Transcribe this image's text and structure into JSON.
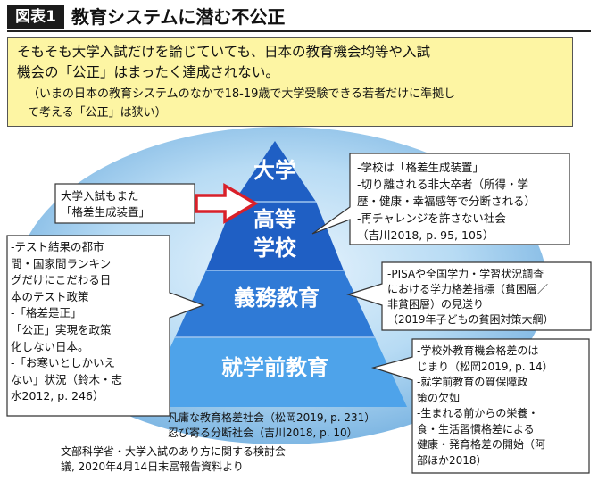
{
  "header": {
    "badge": "図表1",
    "title": "教育システムに潜む不公正"
  },
  "summary": {
    "main": "そもそも大学入試だけを論じていても、日本の教育機会均等や入試\n機会の「公正」はまったく達成されない。",
    "sub": "（いまの日本の教育システムのなかで18-19歳で大学受験できる若者だけに準拠し\nて考える「公正」は狭い）"
  },
  "pyramid": {
    "university": "大学",
    "high_school": "高等\n学校",
    "compulsory": "義務教育",
    "preschool": "就学前教育"
  },
  "callouts": {
    "univ_note": "大学入試もまた\n「格差生成装置」",
    "right_top": "-学校は「格差生成装置」\n-切り離される非大卒者（所得・学\n歴・健康・幸福感等で分断される）\n-再チャレンジを許さない社会\n（吉川2018, p. 95, 105）",
    "right_mid": "-PISAや全国学力・学習状況調査\nにおける学力格差指標（貧困層／\n非貧困層）の見送り\n（2019年子どもの貧困対策大綱）",
    "right_bot": "-学校外教育機会格差のは\nじまり（松岡2019, p. 14）\n-就学前教育の質保障政\n策の欠如\n-生まれる前からの栄養・\n食・生活習慣格差による\n健康・発育格差の開始（阿\n部ほか2018）",
    "left_box": "-テスト結果の都市\n間・国家間ランキン\nグだけにこだわる日\n本のテスト政策\n-「格差是正」\n「公正」実現を政策\n化しない日本。\n-「お寒いとしかいえ\nない」状況（鈴木・志\n水2012, p. 246）"
  },
  "bottom_note": "凡庸な教育格差社会（松岡2019, p. 231）\n忍び寄る分断社会（吉川2018, p. 10）",
  "source": "文部科学省・大学入試のあり方に関する検討会\n議, 2020年4月14日末冨報告資料より",
  "colors": {
    "ellipse": "#9ec8ec",
    "tier_top": "#1f5fc4",
    "tier_mid": "#2f7ad6",
    "tier_low": "#3d8fe0",
    "tier_base": "#4ea3ea",
    "arrow": "#d9202a",
    "summary_bg": "#fdf5a3"
  }
}
